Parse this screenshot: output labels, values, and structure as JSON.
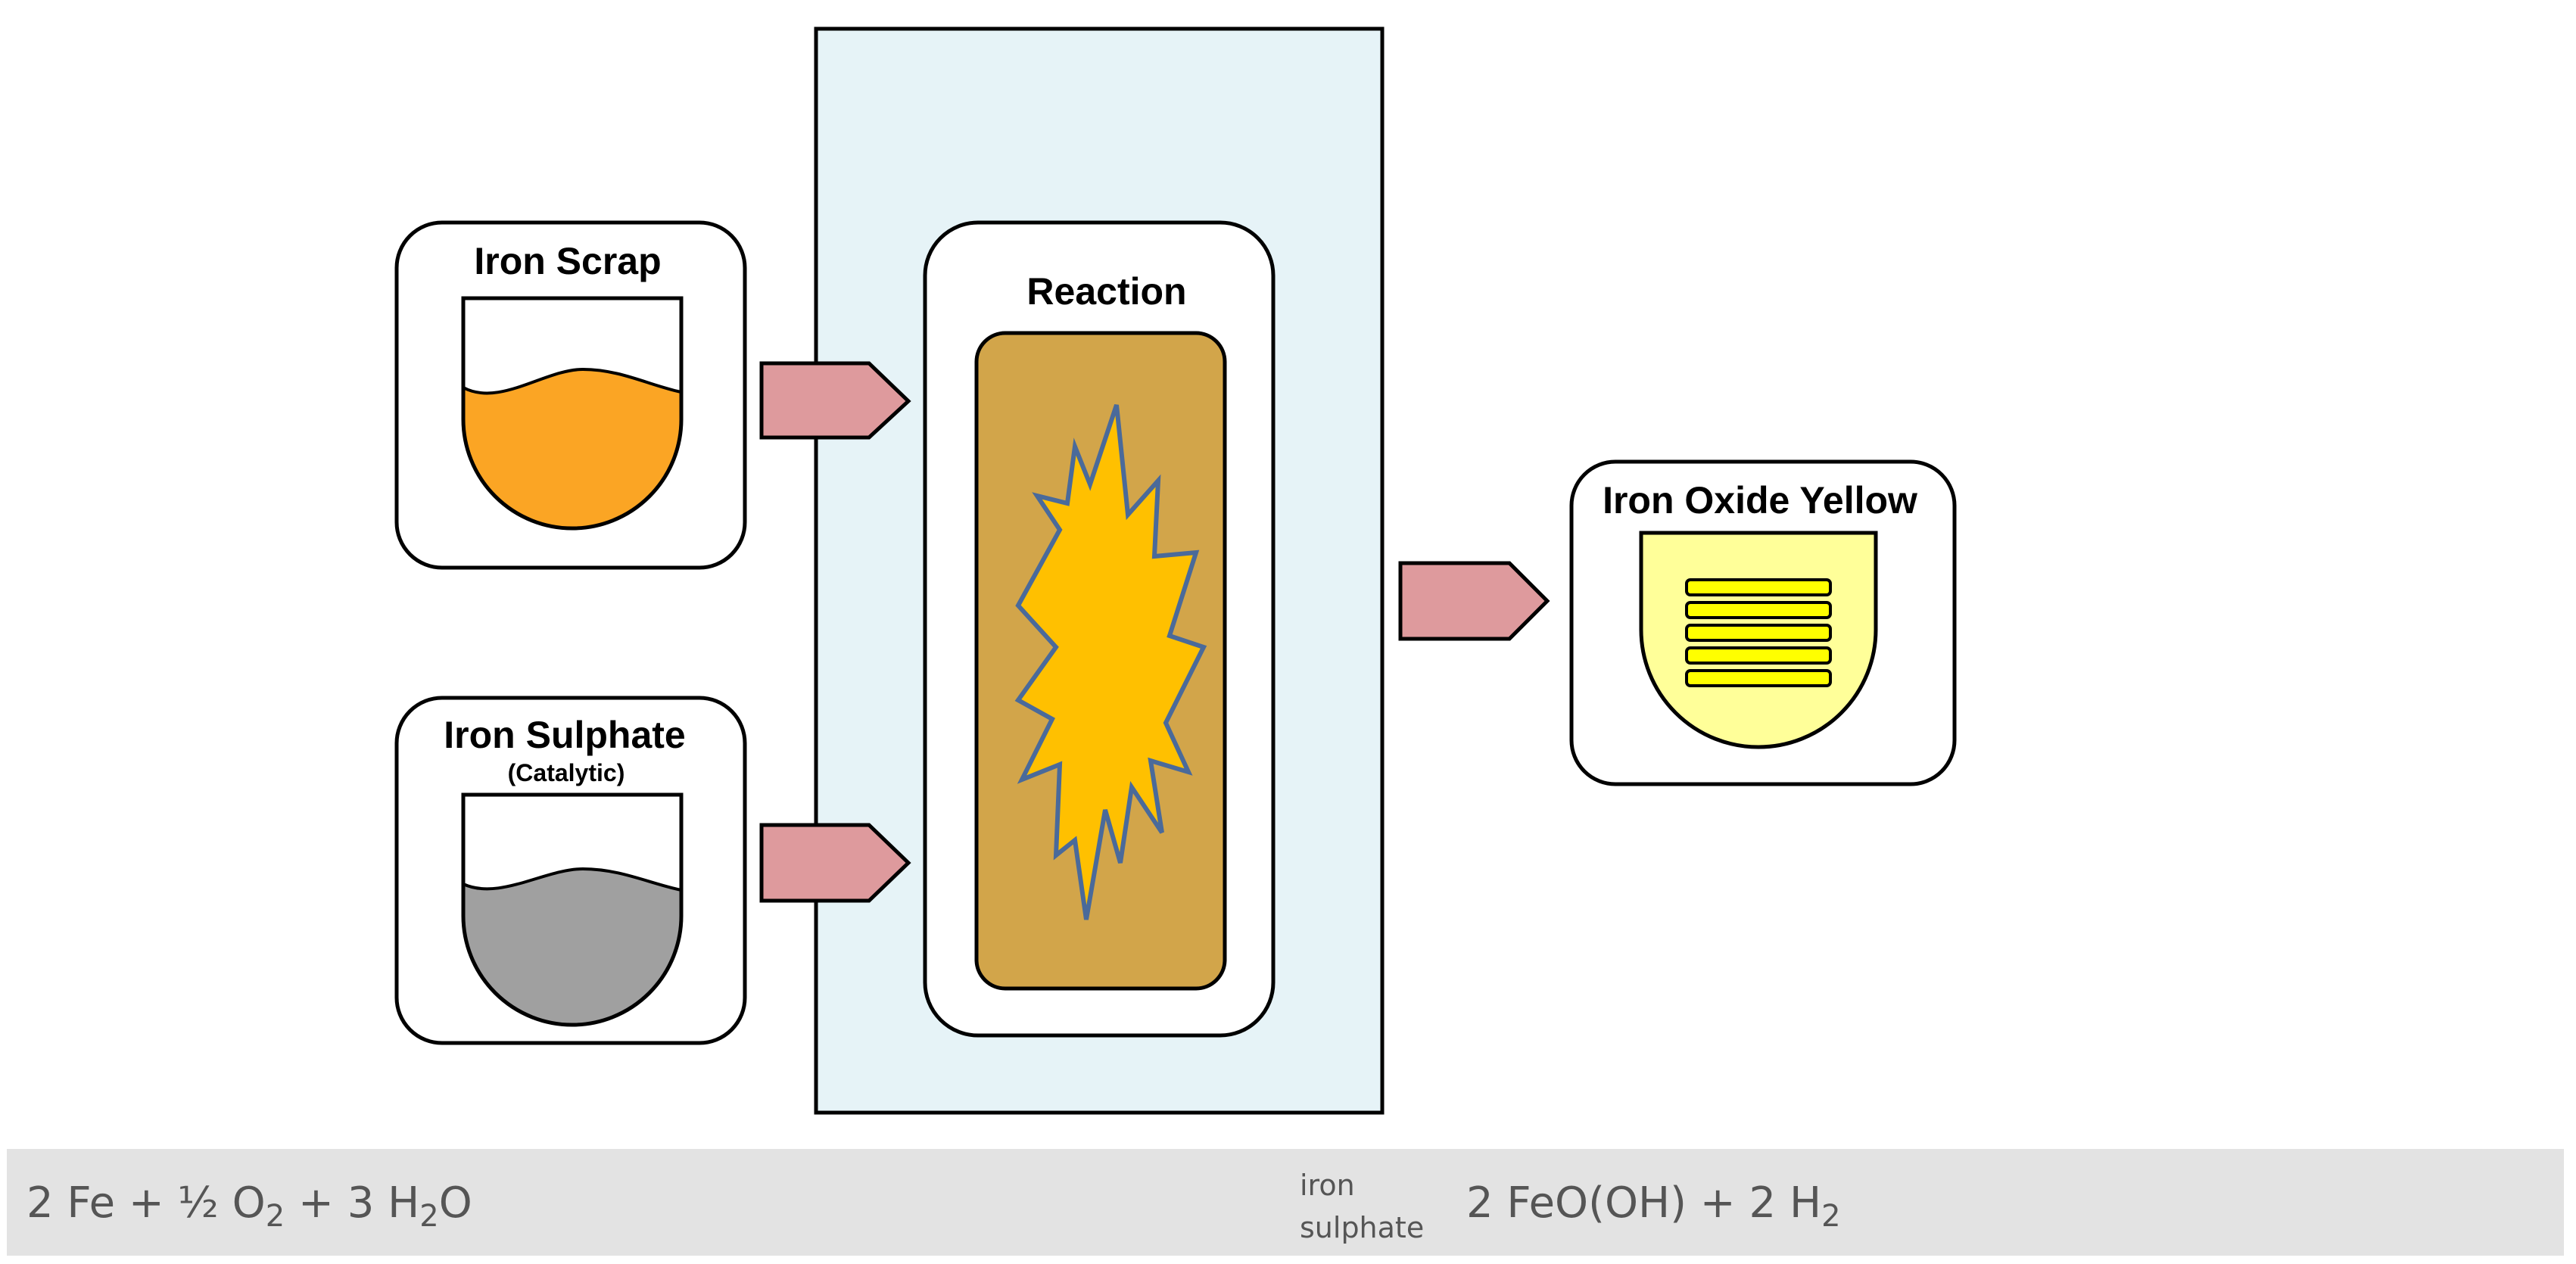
{
  "diagram": {
    "inputs": [
      {
        "label": "Iron Scrap",
        "sublabel": "",
        "fill": "#FBA524"
      },
      {
        "label": "Iron Sulphate",
        "sublabel": "(Catalytic)",
        "fill": "#A0A0A0"
      }
    ],
    "reaction": {
      "label": "Reaction",
      "vessel_fill": "#D2A54A",
      "burst_fill": "#FFC000",
      "burst_stroke": "#4A6A9A"
    },
    "output": {
      "label": "Iron Oxide Yellow",
      "fill": "#FFFF99"
    },
    "colors": {
      "panel": "#E6F3F7",
      "arrow": "#DE9A9D",
      "stroke": "#000000"
    }
  },
  "equation": {
    "left": {
      "c1": "2 Fe + ½ O",
      "s1": "2",
      "c2": " + 3 H",
      "s2": "2",
      "c3": "O"
    },
    "catalyst_line1": "iron",
    "catalyst_line2": "sulphate",
    "right": {
      "c1": "2 FeO(OH) + 2 H",
      "s1": "2"
    }
  }
}
